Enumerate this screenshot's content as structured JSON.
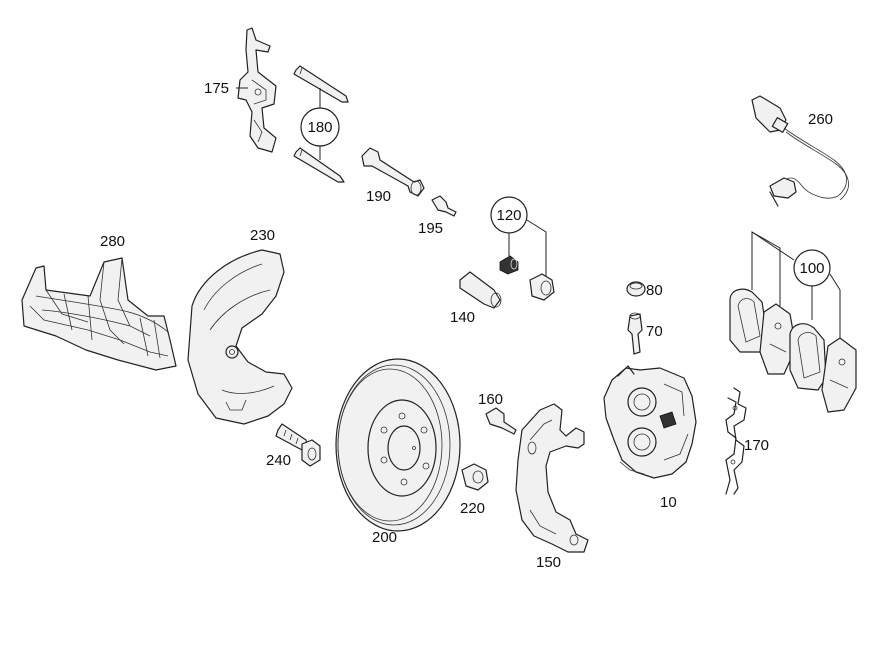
{
  "diagram": {
    "labels": {
      "p10": "10",
      "p70": "70",
      "p80": "80",
      "p100": "100",
      "p120": "120",
      "p140": "140",
      "p150": "150",
      "p160": "160",
      "p170": "170",
      "p175": "175",
      "p180": "180",
      "p190": "190",
      "p195": "195",
      "p200": "200",
      "p220": "220",
      "p230": "230",
      "p240": "240",
      "p260": "260",
      "p280": "280"
    }
  }
}
